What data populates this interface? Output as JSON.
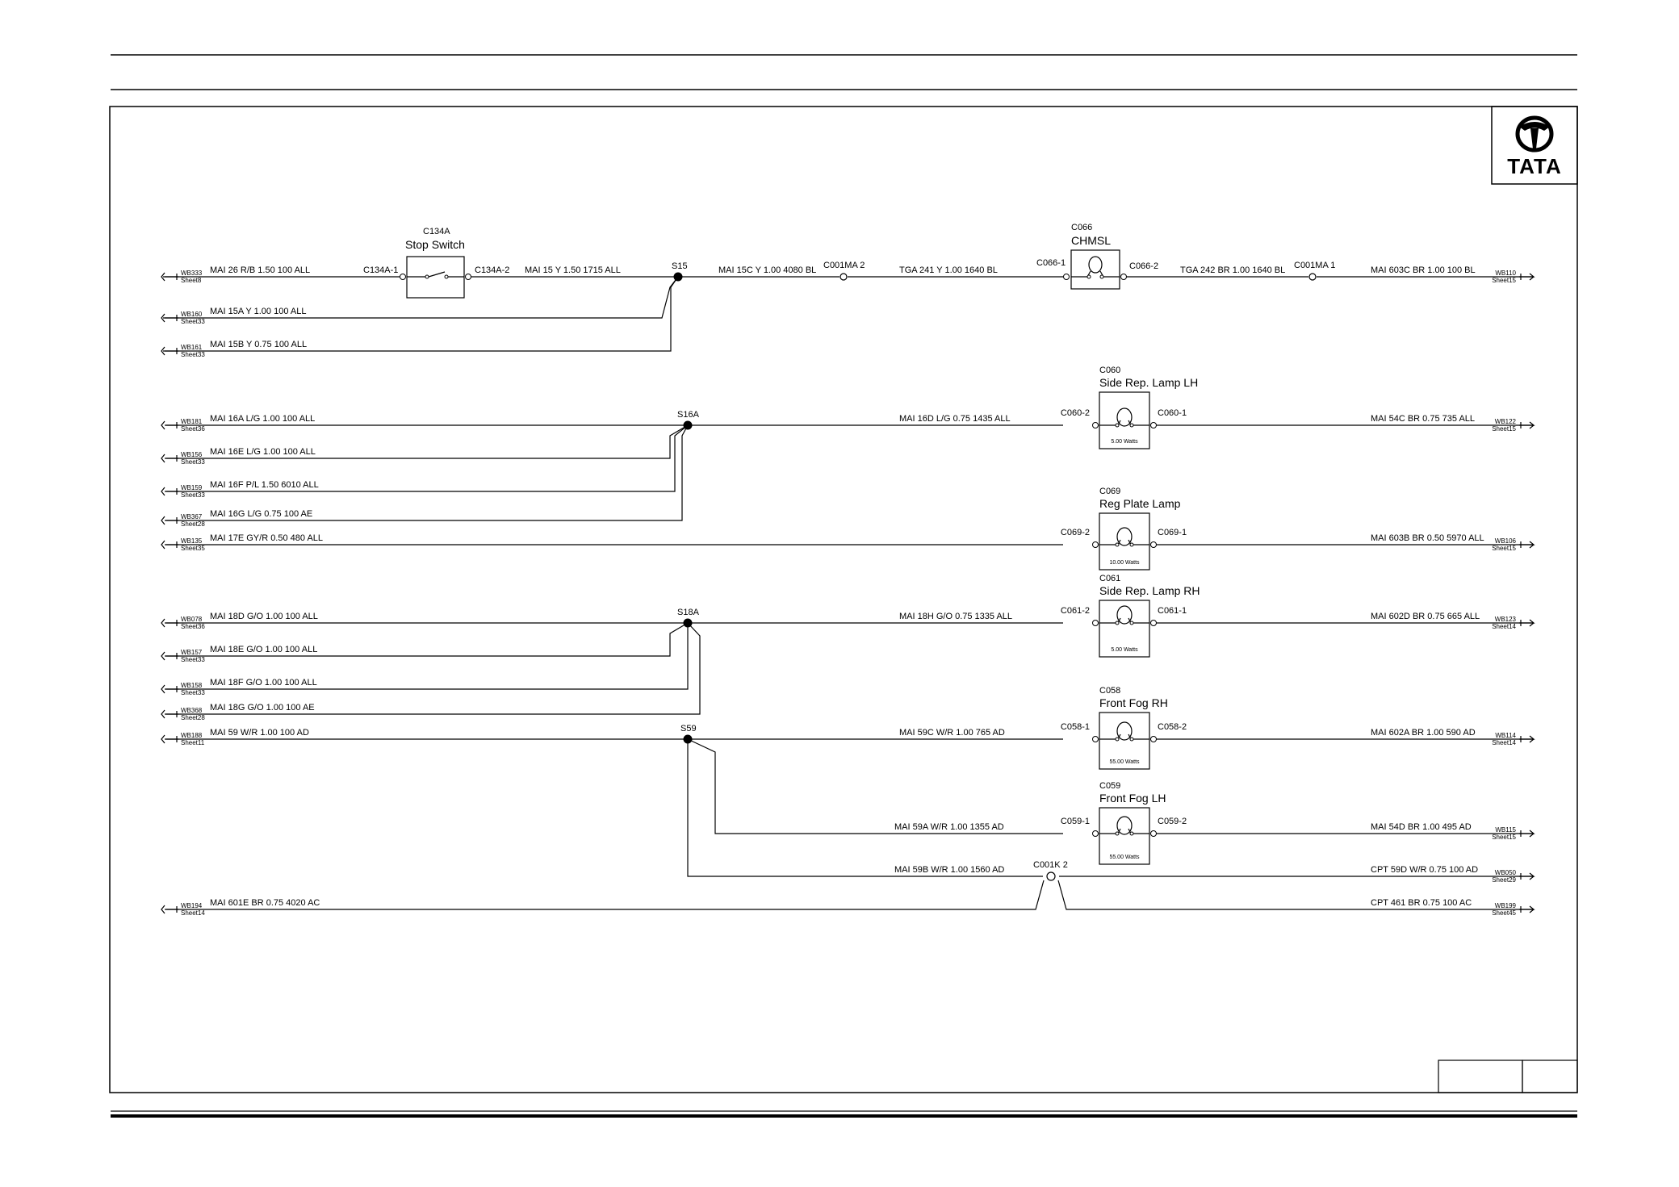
{
  "logo": {
    "text": "TATA"
  },
  "wires": [
    {
      "id": "w1",
      "label": "MAI   26  R/B  1.50  100  ALL",
      "end": {
        "ref": "WB333",
        "sheet": "Sheet8"
      }
    },
    {
      "id": "w2",
      "label": "MAI   15A  Y  1.00  100  ALL",
      "end": {
        "ref": "WB160",
        "sheet": "Sheet33"
      }
    },
    {
      "id": "w3",
      "label": "MAI   15B  Y  0.75  100  ALL",
      "end": {
        "ref": "WB161",
        "sheet": "Sheet33"
      }
    },
    {
      "id": "w4",
      "label": "MAI   15  Y  1.50  1715  ALL"
    },
    {
      "id": "w5",
      "label": "MAI   15C  Y  1.00  4080  BL"
    },
    {
      "id": "w6",
      "label": "TGA     241  Y  1.00  1640  BL"
    },
    {
      "id": "w7",
      "label": "TGA   242  BR  1.00  1640  BL"
    },
    {
      "id": "w8",
      "label": "MAI   603C  BR  1.00  100  BL",
      "end": {
        "ref": "WB110",
        "sheet": "Sheet15"
      }
    },
    {
      "id": "w9",
      "label": "MAI   16A  L/G  1.00  100  ALL",
      "end": {
        "ref": "WB181",
        "sheet": "Sheet36"
      }
    },
    {
      "id": "w10",
      "label": "MAI   16E  L/G  1.00  100  ALL",
      "end": {
        "ref": "WB156",
        "sheet": "Sheet33"
      }
    },
    {
      "id": "w11",
      "label": "MAI   16F  P/L  1.50  6010  ALL",
      "end": {
        "ref": "WB159",
        "sheet": "Sheet33"
      }
    },
    {
      "id": "w12",
      "label": "MAI   16G  L/G  0.75  100  AE",
      "end": {
        "ref": "WB367",
        "sheet": "Sheet28"
      }
    },
    {
      "id": "w13",
      "label": "MAI     16D  L/G  0.75  1435  ALL"
    },
    {
      "id": "w14",
      "label": "MAI   54C  BR  0.75  735  ALL",
      "end": {
        "ref": "WB122",
        "sheet": "Sheet15"
      }
    },
    {
      "id": "w15",
      "label": "MAI   17E  GY/R  0.50  480  ALL",
      "end": {
        "ref": "WB135",
        "sheet": "Sheet35"
      }
    },
    {
      "id": "w16",
      "label": "MAI   603B  BR  0.50  5970  ALL",
      "end": {
        "ref": "WB106",
        "sheet": "Sheet15"
      }
    },
    {
      "id": "w17",
      "label": "MAI   18D  G/O  1.00  100  ALL",
      "end": {
        "ref": "WB078",
        "sheet": "Sheet36"
      }
    },
    {
      "id": "w18",
      "label": "MAI   18E  G/O  1.00  100  ALL",
      "end": {
        "ref": "WB157",
        "sheet": "Sheet33"
      }
    },
    {
      "id": "w19",
      "label": "MAI   18F  G/O  1.00  100  ALL",
      "end": {
        "ref": "WB158",
        "sheet": "Sheet33"
      }
    },
    {
      "id": "w20",
      "label": "MAI   18G  G/O  1.00  100  AE",
      "end": {
        "ref": "WB368",
        "sheet": "Sheet28"
      }
    },
    {
      "id": "w21",
      "label": "MAI     18H  G/O  0.75  1335  ALL"
    },
    {
      "id": "w22",
      "label": "MAI   602D  BR  0.75  665  ALL",
      "end": {
        "ref": "WB123",
        "sheet": "Sheet14"
      }
    },
    {
      "id": "w23",
      "label": "MAI   59  W/R  1.00  100  AD",
      "end": {
        "ref": "WB188",
        "sheet": "Sheet11"
      }
    },
    {
      "id": "w24",
      "label": "MAI     59C  W/R  1.00  765  AD"
    },
    {
      "id": "w25",
      "label": "MAI   602A  BR  1.00  590  AD",
      "end": {
        "ref": "WB114",
        "sheet": "Sheet14"
      }
    },
    {
      "id": "w26",
      "label": "MAI     59A  W/R  1.00  1355  AD"
    },
    {
      "id": "w27",
      "label": "MAI   54D  BR  1.00  495  AD",
      "end": {
        "ref": "WB115",
        "sheet": "Sheet15"
      }
    },
    {
      "id": "w28",
      "label": "MAI     59B  W/R  1.00  1560  AD"
    },
    {
      "id": "w29",
      "label": "CPT   59D  W/R  0.75  100  AD",
      "end": {
        "ref": "WB050",
        "sheet": "Sheet29"
      }
    },
    {
      "id": "w30",
      "label": "MAI   601E  BR  0.75  4020  AC",
      "end": {
        "ref": "WB194",
        "sheet": "Sheet14"
      }
    },
    {
      "id": "w31",
      "label": "CPT   461  BR  0.75  100  AC",
      "end": {
        "ref": "WB199",
        "sheet": "Sheet45"
      }
    }
  ],
  "splices": [
    "S15",
    "S16A",
    "S18A",
    "S59"
  ],
  "components": [
    {
      "id": "C134A",
      "name": "Stop Switch",
      "pins": [
        "C134A-1",
        "C134A-2"
      ]
    },
    {
      "id": "C066",
      "name": "CHMSL",
      "pins": [
        "C066-1",
        "C066-2"
      ]
    },
    {
      "id": "C060",
      "name": "Side Rep. Lamp LH",
      "pins": [
        "C060-2",
        "C060-1"
      ],
      "watts": "5.00 Watts"
    },
    {
      "id": "C069",
      "name": "Reg Plate Lamp",
      "pins": [
        "C069-2",
        "C069-1"
      ],
      "watts": "10.00 Watts"
    },
    {
      "id": "C061",
      "name": "Side Rep. Lamp RH",
      "pins": [
        "C061-2",
        "C061-1"
      ],
      "watts": "5.00 Watts"
    },
    {
      "id": "C058",
      "name": "Front Fog RH",
      "pins": [
        "C058-1",
        "C058-2"
      ],
      "watts": "55.00 Watts"
    },
    {
      "id": "C059",
      "name": "Front Fog LH",
      "pins": [
        "C059-1",
        "C059-2"
      ],
      "watts": "55.00 Watts"
    }
  ],
  "connectors": [
    "C001MA 2",
    "C001MA 1",
    "C001K 2"
  ]
}
